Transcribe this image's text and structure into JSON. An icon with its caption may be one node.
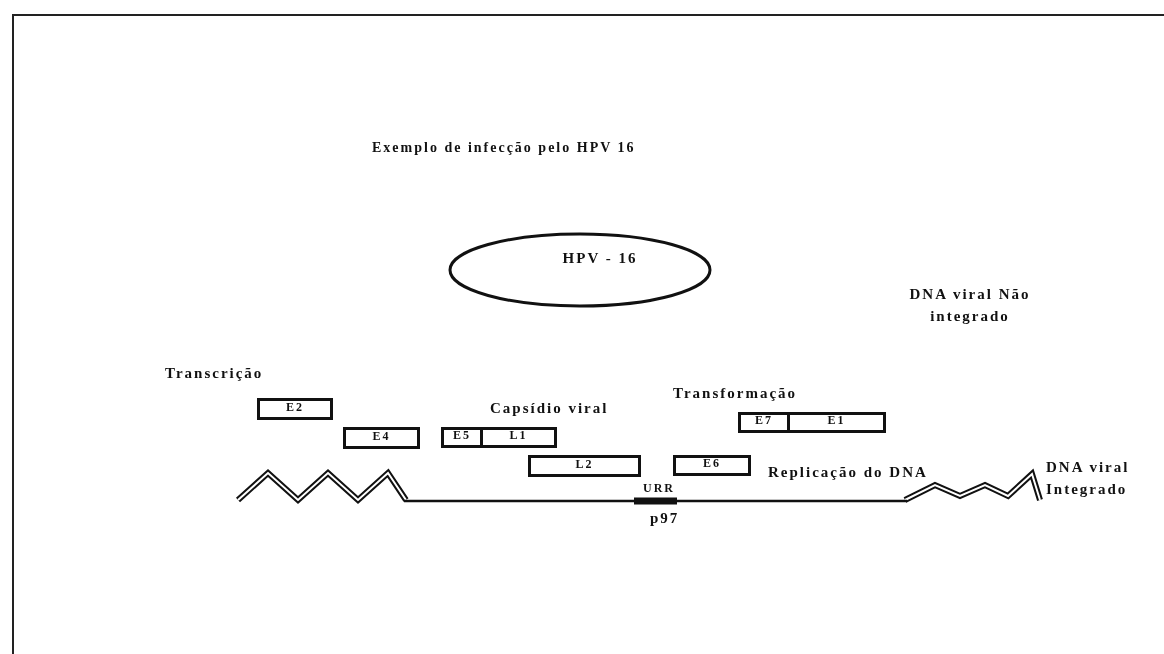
{
  "diagram": {
    "title": "Exemplo de infecção pelo HPV 16",
    "nodes": [
      {
        "text": [
          "HPV - 16"
        ]
      },
      {
        "text": [
          "E2"
        ]
      },
      {
        "text": [
          "E4"
        ]
      },
      {
        "text": [
          "E5"
        ]
      },
      {
        "text": [
          "L1"
        ]
      },
      {
        "text": [
          "L2"
        ]
      },
      {
        "text": [
          "E6"
        ]
      },
      {
        "text": [
          "E7"
        ]
      },
      {
        "text": [
          "E1"
        ]
      }
    ],
    "labels": [
      "DNA viral Não integrado",
      "Transcrição",
      "Capsídio viral",
      "Transformação",
      "Replicação do DNA",
      "DNA viral Integrado",
      "URR",
      "p97"
    ]
  }
}
